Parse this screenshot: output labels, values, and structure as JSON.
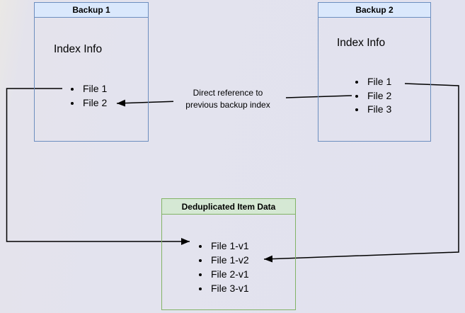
{
  "colors": {
    "background": "#e3e3ee",
    "blue_box_border": "#6c8ebf",
    "blue_box_header_fill": "#dae8fc",
    "green_box_border": "#82b366",
    "green_box_header_fill": "#d5e8d4",
    "arrow": "#000000",
    "text": "#000000"
  },
  "boxes": {
    "backup1": {
      "title": "Backup 1",
      "subtitle": "Index Info",
      "files": [
        "File 1",
        "File 2"
      ]
    },
    "backup2": {
      "title": "Backup 2",
      "subtitle": "Index Info",
      "files": [
        "File 1",
        "File 2",
        "File 3"
      ]
    },
    "dedup": {
      "title": "Deduplicated Item Data",
      "files": [
        "File 1-v1",
        "File 1-v2",
        "File 2-v1",
        "File 3-v1"
      ]
    }
  },
  "labels": {
    "direct_reference": {
      "line1": "Direct reference to",
      "line2": "previous backup index"
    }
  },
  "arrows": {
    "backup2_file2_to_backup1_file2": "direct reference arrow",
    "backup1_file1_to_dedup_file1v1": "elbow arrow left",
    "backup2_file1_to_dedup_file1v2": "elbow arrow right"
  }
}
